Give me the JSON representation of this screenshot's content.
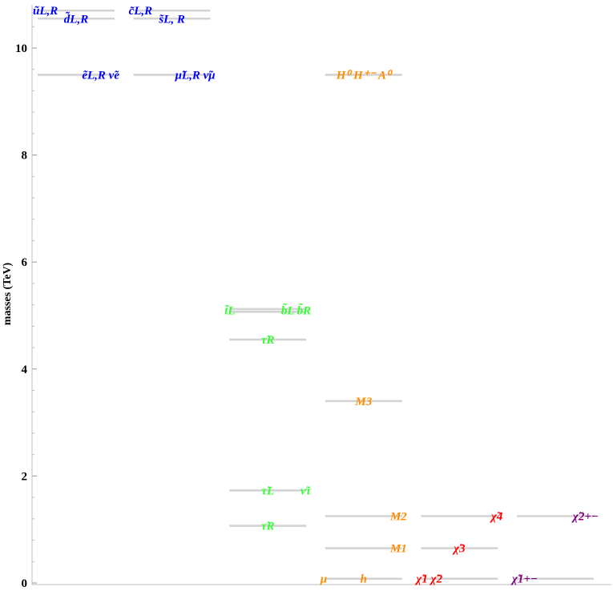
{
  "chart_data": {
    "type": "spectrum",
    "ylabel": "masses (TeV)",
    "ylim": [
      0,
      10.8
    ],
    "yticks": [
      0,
      2,
      4,
      6,
      8,
      10
    ],
    "columns": 6,
    "levels": [
      {
        "column": 1,
        "mass": 10.7
      },
      {
        "column": 1,
        "mass": 10.55
      },
      {
        "column": 1,
        "mass": 9.5
      },
      {
        "column": 2,
        "mass": 10.7
      },
      {
        "column": 2,
        "mass": 10.55
      },
      {
        "column": 2,
        "mass": 9.5
      },
      {
        "column": 3,
        "mass": 5.12
      },
      {
        "column": 3,
        "mass": 5.07
      },
      {
        "column": 3,
        "mass": 4.55
      },
      {
        "column": 3,
        "mass": 1.73
      },
      {
        "column": 3,
        "mass": 1.07
      },
      {
        "column": 4,
        "mass": 9.5
      },
      {
        "column": 4,
        "mass": 3.4
      },
      {
        "column": 4,
        "mass": 1.25
      },
      {
        "column": 4,
        "mass": 0.65
      },
      {
        "column": 4,
        "mass": 0.08
      },
      {
        "column": 5,
        "mass": 1.25
      },
      {
        "column": 5,
        "mass": 0.65
      },
      {
        "column": 5,
        "mass": 0.08
      },
      {
        "column": 6,
        "mass": 1.25
      },
      {
        "column": 6,
        "mass": 0.08
      }
    ],
    "labels": [
      {
        "text": "ũL,R",
        "column": 1,
        "mass": 10.7,
        "anchor": "left",
        "color": "#0000ff"
      },
      {
        "text": "d̃L,R",
        "column": 1,
        "mass": 10.55,
        "anchor": "mid",
        "color": "#0000ff"
      },
      {
        "text": "ẽL,R ν̃e",
        "column": 1,
        "mass": 9.5,
        "anchor": "right",
        "color": "#0000ff"
      },
      {
        "text": "c̃L,R",
        "column": 2,
        "mass": 10.7,
        "anchor": "left",
        "color": "#0000ff"
      },
      {
        "text": "s̃L, R",
        "column": 2,
        "mass": 10.55,
        "anchor": "mid",
        "color": "#0000ff"
      },
      {
        "text": "μ̃L,R ν̃μ",
        "column": 2,
        "mass": 9.5,
        "anchor": "right",
        "color": "#0000ff"
      },
      {
        "text": "t̃L",
        "column": 3,
        "mass": 5.1,
        "anchor": "left",
        "color": "#33ff33"
      },
      {
        "text": "b̃L b̃R",
        "column": 3,
        "mass": 5.1,
        "anchor": "right",
        "color": "#33ff33"
      },
      {
        "text": "τ̃R",
        "column": 3,
        "mass": 4.55,
        "anchor": "mid",
        "color": "#33ff33"
      },
      {
        "text": "τ̃L",
        "column": 3,
        "mass": 1.73,
        "anchor": "mid",
        "color": "#33ff33"
      },
      {
        "text": "ν̃τ",
        "column": 3,
        "mass": 1.73,
        "anchor": "right",
        "color": "#33ff33"
      },
      {
        "text": "τ̃R",
        "column": 3,
        "mass": 1.07,
        "anchor": "mid",
        "color": "#33ff33"
      },
      {
        "text": "H⁰ H⁺⁻ A⁰",
        "column": 4,
        "mass": 9.5,
        "anchor": "mid",
        "color": "#ff8c00"
      },
      {
        "text": "M3",
        "column": 4,
        "mass": 3.4,
        "anchor": "mid",
        "color": "#ff8c00"
      },
      {
        "text": "M2",
        "column": 4,
        "mass": 1.25,
        "anchor": "right",
        "color": "#ff8c00"
      },
      {
        "text": "M1",
        "column": 4,
        "mass": 0.65,
        "anchor": "right",
        "color": "#ff8c00"
      },
      {
        "text": "μ",
        "column": 4,
        "mass": 0.08,
        "anchor": "left",
        "color": "#ff8c00"
      },
      {
        "text": "h",
        "column": 4,
        "mass": 0.08,
        "anchor": "mid",
        "color": "#ff8c00"
      },
      {
        "text": "χ̃4",
        "column": 5,
        "mass": 1.25,
        "anchor": "right",
        "color": "#ff0000"
      },
      {
        "text": "χ̃3",
        "column": 5,
        "mass": 0.65,
        "anchor": "mid",
        "color": "#ff0000"
      },
      {
        "text": "χ̃1 χ̃2",
        "column": 5,
        "mass": 0.08,
        "anchor": "left",
        "color": "#ff0000"
      },
      {
        "text": "χ̃2+−",
        "column": 6,
        "mass": 1.25,
        "anchor": "right",
        "color": "#800080"
      },
      {
        "text": "χ̃1+−",
        "column": 6,
        "mass": 0.08,
        "anchor": "left",
        "color": "#800080"
      }
    ]
  }
}
